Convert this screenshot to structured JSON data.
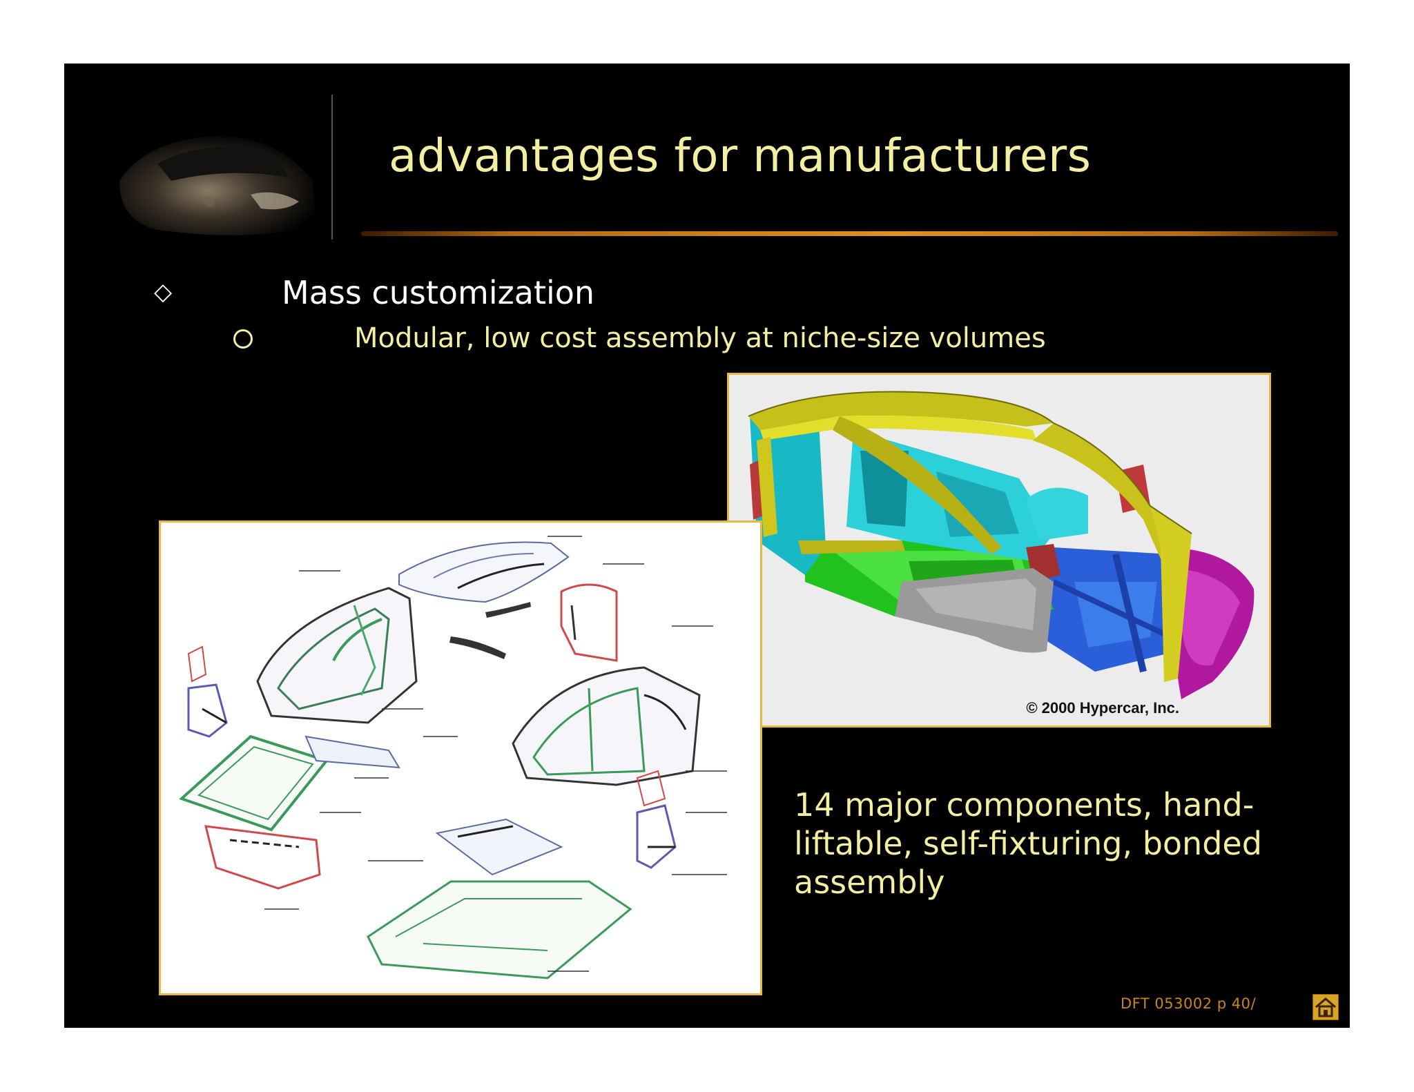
{
  "slide": {
    "title": "advantages for manufacturers",
    "bullets": {
      "level1": "Mass customization",
      "level2": "Modular, low cost assembly at niche-size volumes"
    },
    "caption": "14 major components, hand-liftable, self-fixturing, bonded assembly",
    "render_credit": "© 2000 Hypercar, Inc.",
    "footer": "DFT 053002 p 40/"
  },
  "icons": {
    "bullet_level1": "diamond-outline-icon",
    "bullet_level2": "circle-outline-icon",
    "home": "home-icon"
  },
  "colors": {
    "background": "#000000",
    "title": "#f4eea0",
    "accent_rule": "#e0921e",
    "image_border": "#e6b84a",
    "footer": "#c8861e"
  }
}
